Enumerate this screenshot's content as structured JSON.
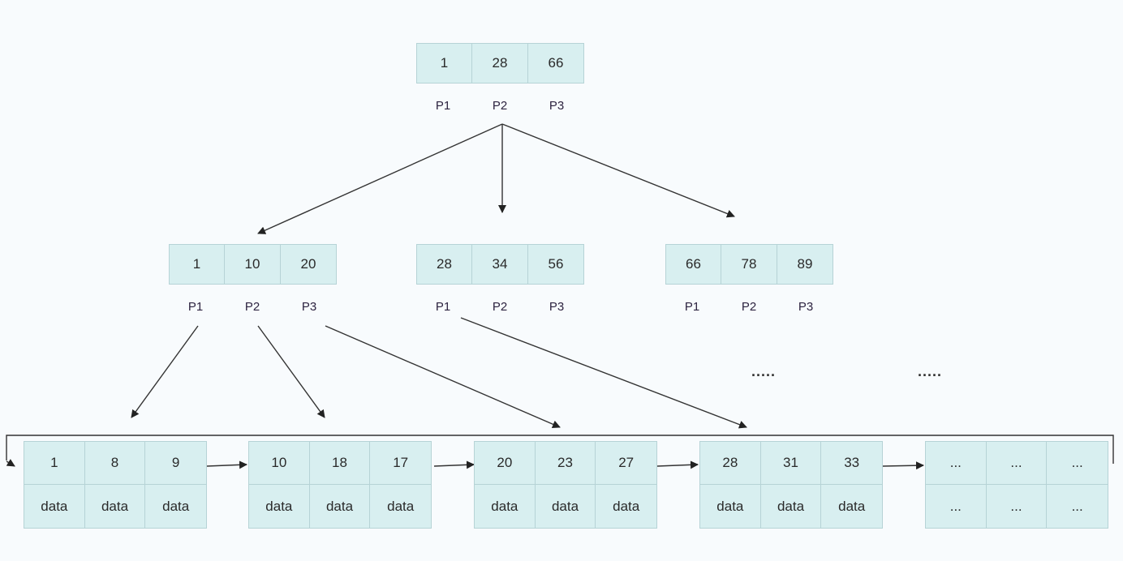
{
  "root": {
    "keys": [
      "1",
      "28",
      "66"
    ],
    "pointers": [
      "P1",
      "P2",
      "P3"
    ]
  },
  "internal": [
    {
      "keys": [
        "1",
        "10",
        "20"
      ],
      "pointers": [
        "P1",
        "P2",
        "P3"
      ]
    },
    {
      "keys": [
        "28",
        "34",
        "56"
      ],
      "pointers": [
        "P1",
        "P2",
        "P3"
      ]
    },
    {
      "keys": [
        "66",
        "78",
        "89"
      ],
      "pointers": [
        "P1",
        "P2",
        "P3"
      ]
    }
  ],
  "ellipses": [
    ".....",
    "....."
  ],
  "leaves": [
    {
      "keys": [
        "1",
        "8",
        "9"
      ],
      "values": [
        "data",
        "data",
        "data"
      ]
    },
    {
      "keys": [
        "10",
        "18",
        "17"
      ],
      "values": [
        "data",
        "data",
        "data"
      ]
    },
    {
      "keys": [
        "20",
        "23",
        "27"
      ],
      "values": [
        "data",
        "data",
        "data"
      ]
    },
    {
      "keys": [
        "28",
        "31",
        "33"
      ],
      "values": [
        "data",
        "data",
        "data"
      ]
    },
    {
      "keys": [
        "...",
        "...",
        "..."
      ],
      "values": [
        "...",
        "...",
        "..."
      ]
    }
  ]
}
